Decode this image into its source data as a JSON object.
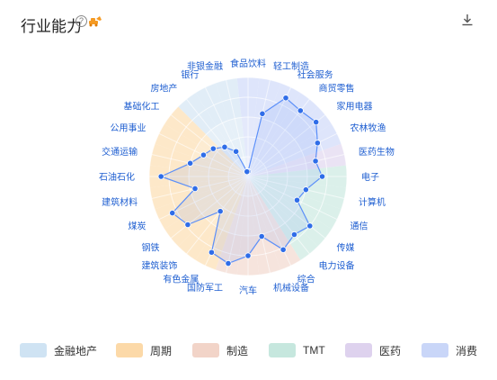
{
  "header": {
    "title": "行业能力",
    "help_glyph": "?"
  },
  "icons": {
    "help": "question-circle-icon",
    "badge": "excavator-icon",
    "download": "download-icon"
  },
  "chart_data": {
    "type": "radar",
    "max": 100,
    "axes": [
      "食品饮料",
      "轻工制造",
      "社会服务",
      "商贸零售",
      "家用电器",
      "农林牧渔",
      "医药生物",
      "电子",
      "计算机",
      "通信",
      "传媒",
      "电力设备",
      "综合",
      "机械设备",
      "汽车",
      "国防军工",
      "有色金属",
      "建筑装饰",
      "钢铁",
      "煤炭",
      "建筑材料",
      "石油石化",
      "交通运输",
      "公用事业",
      "基础化工",
      "房地产",
      "银行",
      "非银金融"
    ],
    "groups": [
      {
        "name": "金融地产",
        "color": "#cfe3f3",
        "axes": [
          "房地产",
          "银行",
          "非银金融"
        ]
      },
      {
        "name": "周期",
        "color": "#fcd9a8",
        "axes": [
          "有色金属",
          "建筑装饰",
          "钢铁",
          "煤炭",
          "建筑材料",
          "石油石化",
          "交通运输",
          "公用事业",
          "基础化工"
        ]
      },
      {
        "name": "制造",
        "color": "#f2d4c8",
        "axes": [
          "综合",
          "机械设备",
          "汽车",
          "国防军工"
        ]
      },
      {
        "name": "TMT",
        "color": "#c6e7de",
        "axes": [
          "电子",
          "计算机",
          "通信",
          "传媒",
          "电力设备"
        ]
      },
      {
        "name": "医药",
        "color": "#ded2ee",
        "axes": [
          "医药生物"
        ]
      },
      {
        "name": "消费",
        "color": "#c9d6f8",
        "axes": [
          "食品饮料",
          "轻工制造",
          "社会服务",
          "商贸零售",
          "家用电器",
          "农林牧渔"
        ]
      }
    ],
    "values": [
      5,
      65,
      88,
      85,
      88,
      78,
      70,
      75,
      60,
      55,
      80,
      75,
      82,
      62,
      80,
      90,
      85,
      45,
      78,
      85,
      55,
      88,
      60,
      50,
      45,
      38,
      28,
      5
    ],
    "series_color": "#5b8ff9",
    "point_color": "#2f6de8",
    "grid_rings": 5
  }
}
